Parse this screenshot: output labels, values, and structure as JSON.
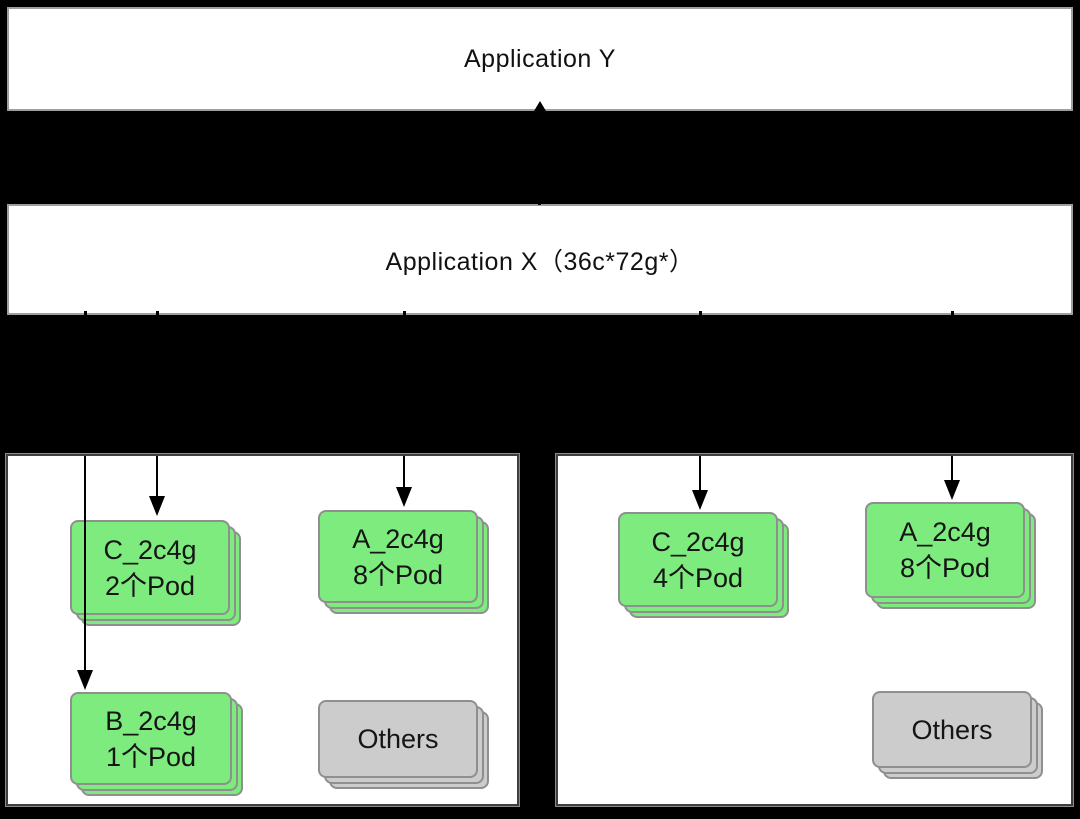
{
  "diagram": {
    "app_y": {
      "label": "Application Y"
    },
    "app_x": {
      "label": "Application X（36c*72g*）"
    },
    "redactions": [
      {
        "note": "black redaction bar between Application Y and Application X"
      },
      {
        "note": "black redaction bar between Application X and the node panels"
      }
    ]
  },
  "colors": {
    "background": "#000000",
    "app_box_fill": "#ffffff",
    "app_box_border": "#9e9e9e",
    "panel_fill": "#ffffff",
    "panel_border": "#3f3f3f",
    "pod_green_fill": "#7deb7d",
    "pod_gray_fill": "#cccccc",
    "pod_border": "#8f8f8f",
    "arrow": "#000000",
    "text": "#151515"
  },
  "panels": {
    "left": {
      "boxes": [
        {
          "id": "c",
          "line1": "C_2c4g",
          "line2": "2个Pod",
          "style": "green"
        },
        {
          "id": "a",
          "line1": "A_2c4g",
          "line2": "8个Pod",
          "style": "green"
        },
        {
          "id": "b",
          "line1": "B_2c4g",
          "line2": "1个Pod",
          "style": "green"
        },
        {
          "id": "others",
          "line1": "Others",
          "style": "gray"
        }
      ]
    },
    "right": {
      "boxes": [
        {
          "id": "c",
          "line1": "C_2c4g",
          "line2": "4个Pod",
          "style": "green"
        },
        {
          "id": "a",
          "line1": "A_2c4g",
          "line2": "8个Pod",
          "style": "green"
        },
        {
          "id": "others",
          "line1": "Others",
          "style": "gray"
        }
      ]
    }
  }
}
